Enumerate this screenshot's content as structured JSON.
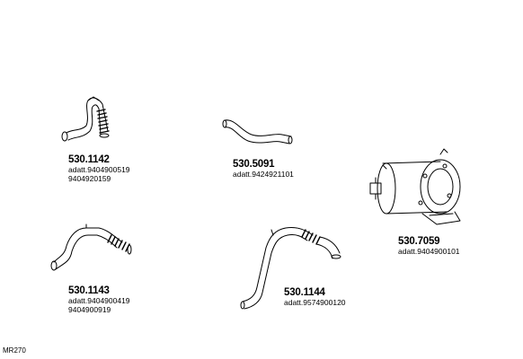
{
  "sheet_code": "MR270",
  "parts": [
    {
      "code": "530.1142",
      "refs": [
        "adatt.9404900519",
        "9404920159"
      ]
    },
    {
      "code": "530.5091",
      "refs": [
        "adatt.9424921101"
      ]
    },
    {
      "code": "530.7059",
      "refs": [
        "adatt.9404900101"
      ]
    },
    {
      "code": "530.1143",
      "refs": [
        "adatt.9404900419",
        "9404900919"
      ]
    },
    {
      "code": "530.1144",
      "refs": [
        "adatt.9574900120"
      ]
    }
  ]
}
